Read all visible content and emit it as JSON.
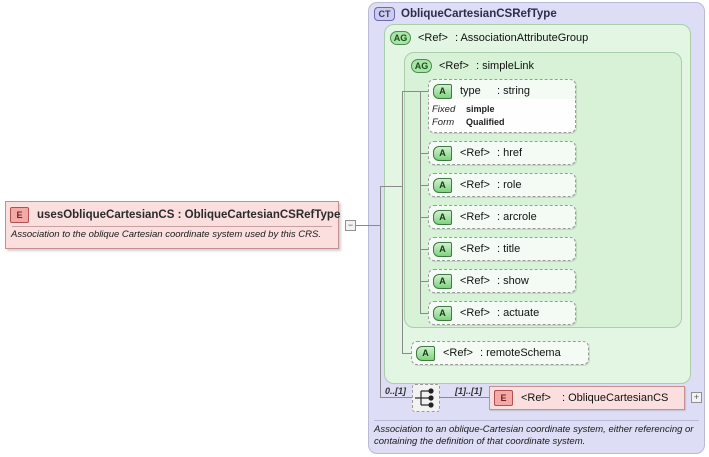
{
  "diagram": {
    "kind": "xsd-element-diagram",
    "colors": {
      "complex_type_panel": "#ddddf5",
      "attribute_group_panel": "#e3f6e3",
      "attribute_group_inner_panel": "#d7f2d7",
      "element_box": "#fbdede",
      "attribute_row": "#f4fbf4"
    }
  },
  "element": {
    "badge": "E",
    "badge_name": "element-icon",
    "title": "usesObliqueCartesianCS : ObliqueCartesianCSRefType",
    "documentation": "Association to the oblique Cartesian coordinate system used by this CRS.",
    "toggle": "−"
  },
  "complex_type": {
    "badge": "CT",
    "badge_name": "complextype-icon",
    "title": "ObliqueCartesianCSRefType",
    "documentation": "Association to an oblique-Cartesian coordinate system, either referencing or containing the definition of that coordinate system."
  },
  "attribute_group_outer": {
    "badge": "AG",
    "badge_name": "attributegroup-icon",
    "ref": "<Ref>",
    "type": ": AssociationAttributeGroup"
  },
  "attribute_group_inner": {
    "badge": "AG",
    "badge_name": "attributegroup-icon",
    "ref": "<Ref>",
    "type": ": simpleLink"
  },
  "attributes": [
    {
      "badge": "A",
      "name": "type",
      "type": ": string"
    },
    {
      "badge": "A",
      "name": "<Ref>",
      "type": ": href"
    },
    {
      "badge": "A",
      "name": "<Ref>",
      "type": ": role"
    },
    {
      "badge": "A",
      "name": "<Ref>",
      "type": ": arcrole"
    },
    {
      "badge": "A",
      "name": "<Ref>",
      "type": ": title"
    },
    {
      "badge": "A",
      "name": "<Ref>",
      "type": ": show"
    },
    {
      "badge": "A",
      "name": "<Ref>",
      "type": ": actuate"
    },
    {
      "badge": "A",
      "name": "<Ref>",
      "type": ": remoteSchema"
    }
  ],
  "facets": {
    "fixed_label": "Fixed",
    "fixed_value": "simple",
    "form_label": "Form",
    "form_value": "Qualified"
  },
  "sequence": {
    "icon_name": "sequence-connector-icon",
    "cardinality_left": "0..[1]",
    "cardinality_right": "[1]..[1]"
  },
  "referenced_element": {
    "badge": "E",
    "badge_name": "element-icon",
    "ref": "<Ref>",
    "type": ": ObliqueCartesianCS",
    "toggle": "+"
  }
}
